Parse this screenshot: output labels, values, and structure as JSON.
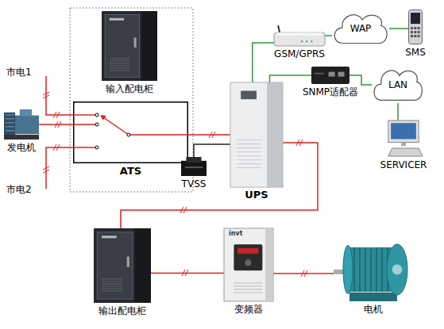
{
  "diagram": {
    "nodes": [
      {
        "text": [
          "输入配电柜"
        ]
      },
      {
        "text": [
          "发电机"
        ]
      },
      {
        "text": [
          "ATS"
        ]
      },
      {
        "text": [
          "GSM/GPRS"
        ]
      },
      {
        "text": [
          "WAP"
        ]
      },
      {
        "text": [
          "SMS"
        ]
      },
      {
        "text": [
          "SNMP适配器"
        ]
      },
      {
        "text": [
          "LAN"
        ]
      },
      {
        "text": [
          "SERVICER"
        ]
      },
      {
        "text": [
          "UPS"
        ]
      },
      {
        "text": [
          "TVSS"
        ]
      },
      {
        "text": [
          "输出配电柜"
        ]
      },
      {
        "text": [
          "变频器"
        ]
      },
      {
        "text": [
          "电机"
        ]
      }
    ],
    "edges": [
      {
        "from": 1,
        "to": 2,
        "arrow": "none"
      },
      {
        "from": 2,
        "to": 9,
        "arrow": "none"
      },
      {
        "from": 10,
        "to": 9,
        "arrow": "none"
      },
      {
        "from": 9,
        "to": 3,
        "arrow": "none"
      },
      {
        "from": 3,
        "to": 4,
        "arrow": "none"
      },
      {
        "from": 4,
        "to": 5,
        "arrow": "none"
      },
      {
        "from": 9,
        "to": 6,
        "arrow": "none"
      },
      {
        "from": 6,
        "to": 7,
        "arrow": "none"
      },
      {
        "from": 7,
        "to": 8,
        "arrow": "none"
      },
      {
        "from": 9,
        "to": 11,
        "arrow": "none"
      },
      {
        "from": 11,
        "to": 12,
        "arrow": "none"
      },
      {
        "from": 12,
        "to": 13,
        "arrow": "none"
      }
    ],
    "labels": [
      "市电1",
      "市电2",
      "invt"
    ]
  }
}
